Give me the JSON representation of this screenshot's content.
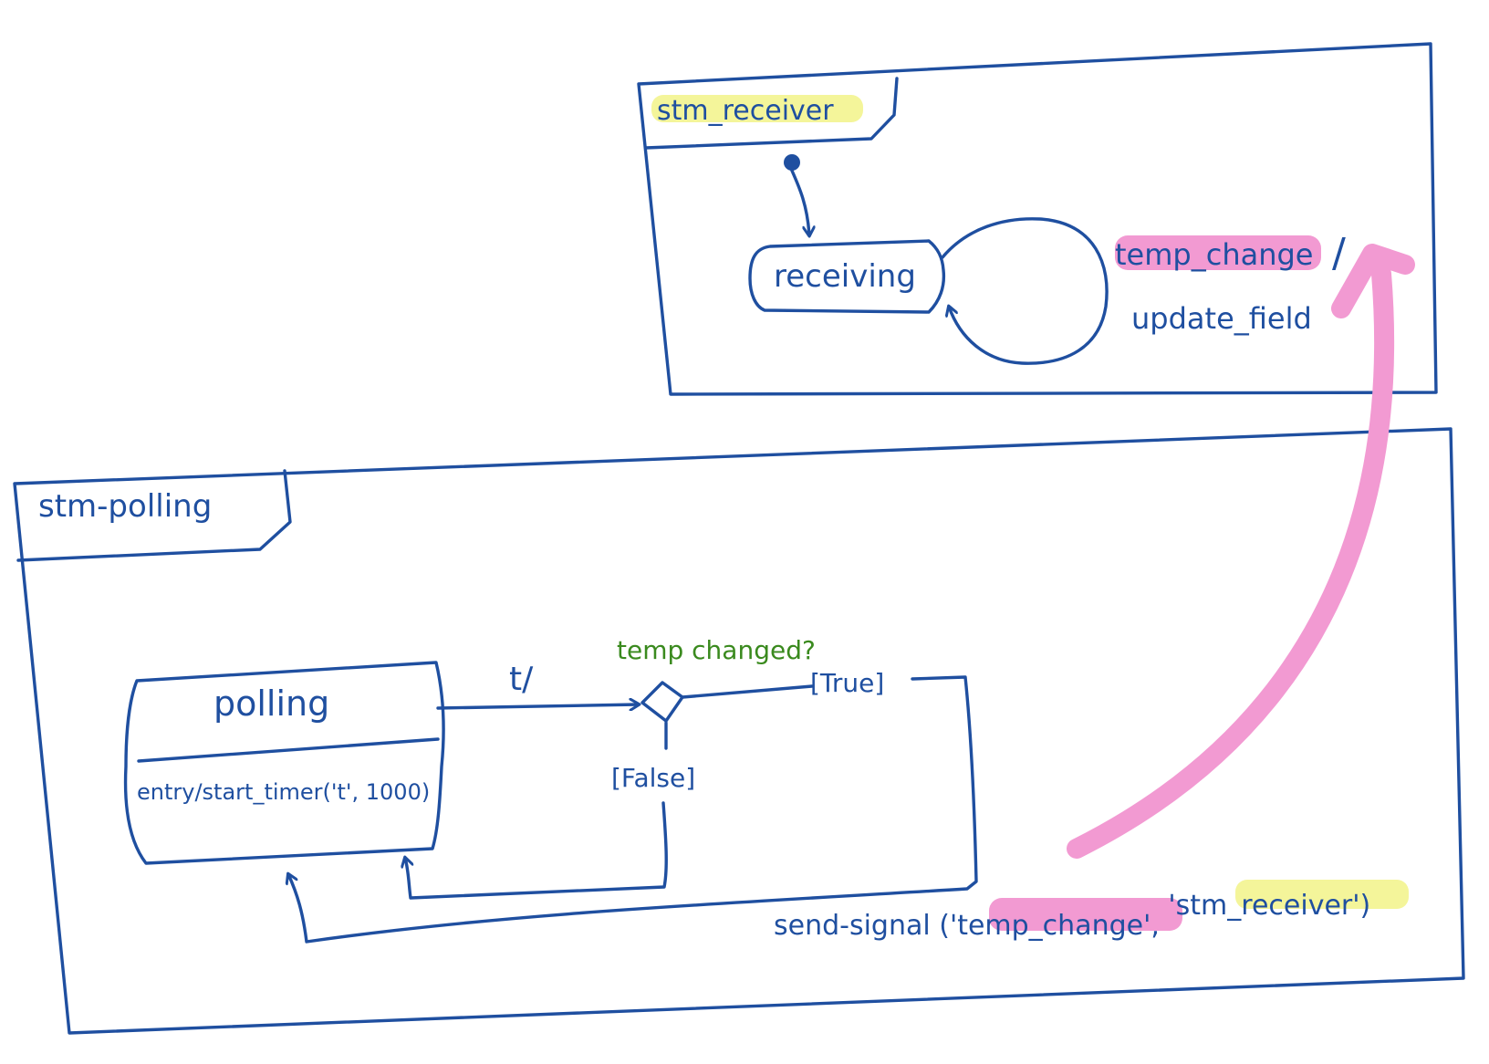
{
  "colors": {
    "ink": "#1f4fa0",
    "guard_note": "#3a8a1e",
    "highlight_yellow": "#f4f59a",
    "highlight_pink": "#f29ad2",
    "signal_arrow": "#f29ad2",
    "background": "#ffffff"
  },
  "receiver": {
    "name": "stm_receiver",
    "state": "receiving",
    "event": "temp_change",
    "slash": "/",
    "action": "update_field"
  },
  "polling": {
    "name": "stm-polling",
    "state": "polling",
    "entry_action": "entry/start_timer('t', 1000)",
    "timer_trigger": "t/",
    "decision_note": "temp changed?",
    "guard_true": "[True]",
    "guard_false": "[False]",
    "send_prefix": "send-signal (",
    "send_event": "'temp_change'",
    "send_comma": ", ",
    "send_target": "'stm_receiver'",
    "send_suffix": ")"
  }
}
